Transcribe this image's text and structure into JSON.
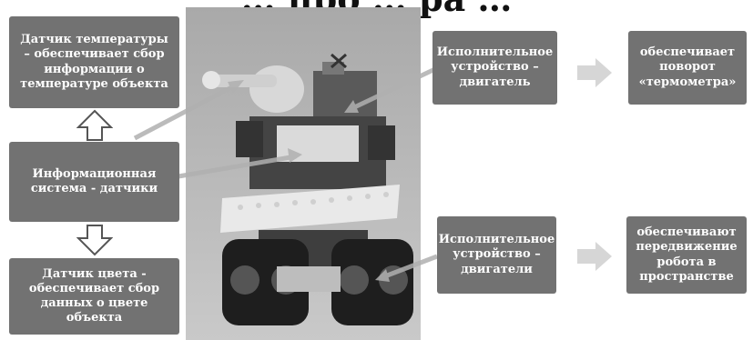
{
  "header_partial": "… про … ра …",
  "boxes": {
    "temp_sensor": "Датчик температуры\n– обеспечивает сбор\nинформации о\nтемпературе объекта",
    "info_system": "Информационная\nсистема - датчики",
    "color_sensor": "Датчик цвета -\nобеспечивает сбор\nданных о цвете\nобъекта",
    "actuator_motor": "Исполнительное\nустройство –\nдвигатель",
    "turn_result": "обеспечивает\nповорот\n«термометра»",
    "actuator_motors": "Исполнительное\nустройство –\nдвигатели",
    "move_result": "обеспечивают\nпередвижение\nробота в\nпространстве"
  },
  "colors": {
    "box": "#727272",
    "arrow_fill": "#d6d6d6",
    "outline_arrow": "#555555"
  },
  "photo_subject": "lego-robot-with-thermometer"
}
